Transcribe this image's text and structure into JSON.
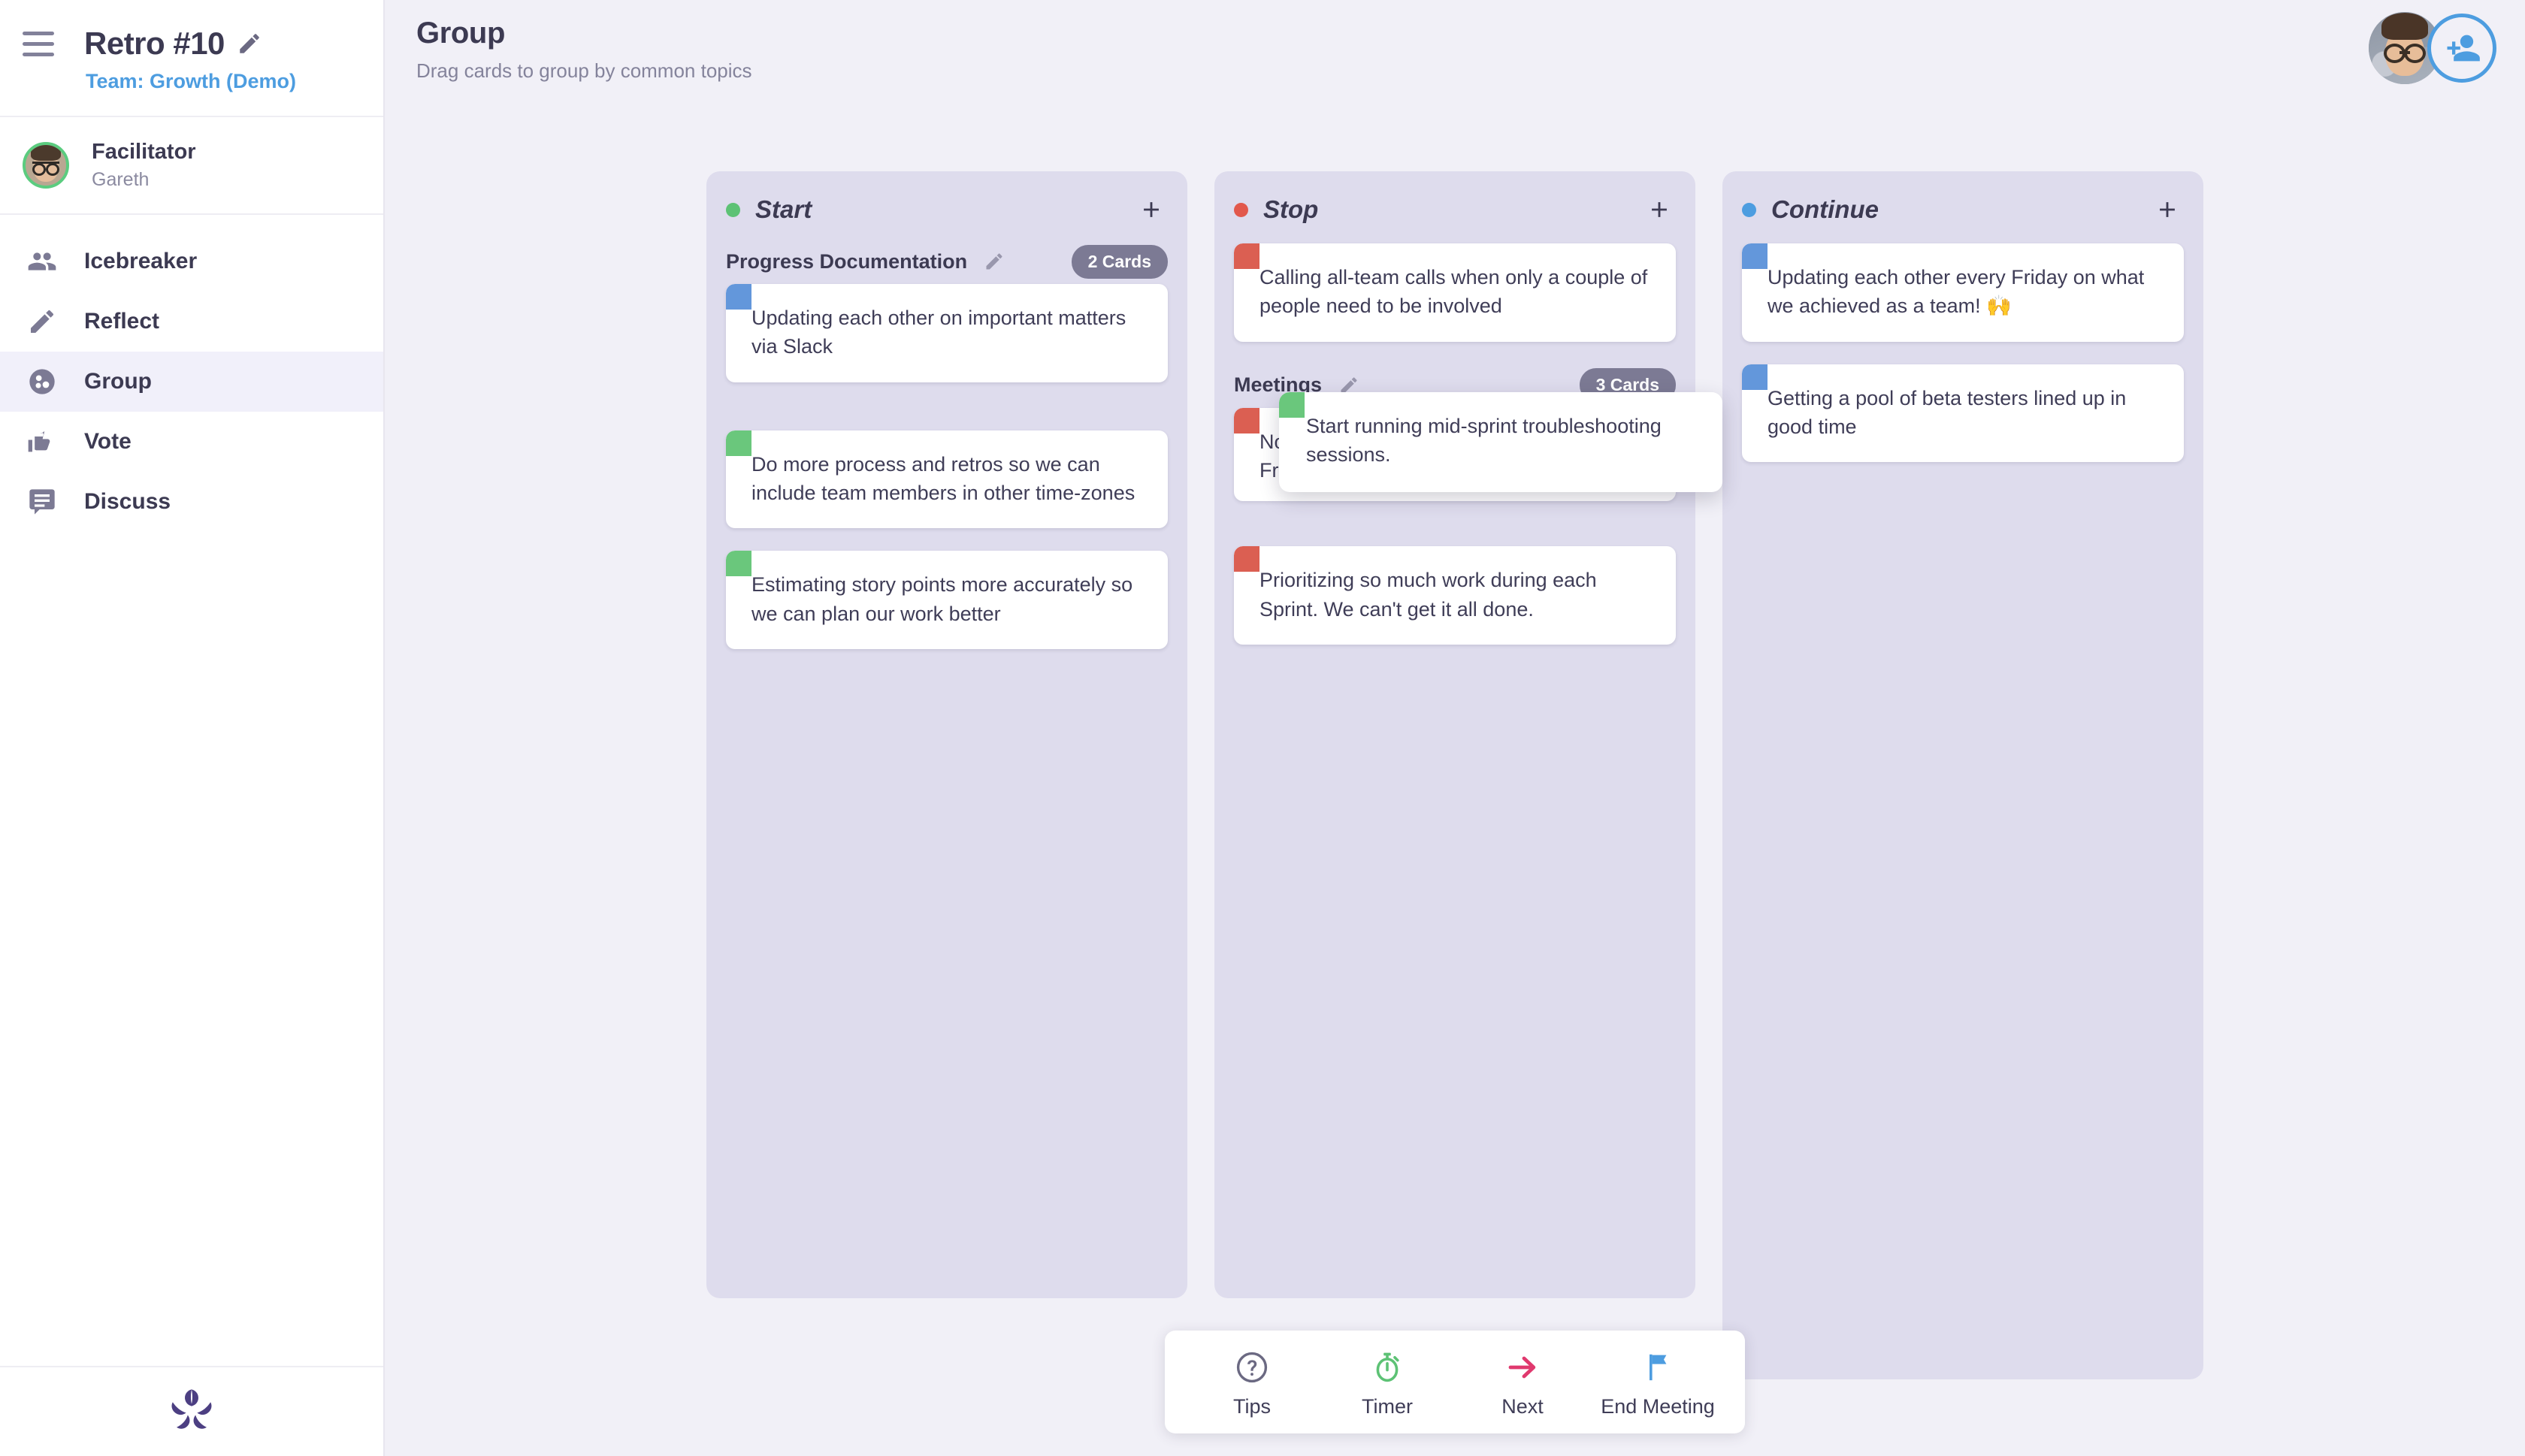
{
  "sidebar": {
    "menu_icon": "hamburger-icon",
    "retro_title": "Retro #10",
    "edit_icon": "pencil-icon",
    "team_label": "Team: Growth (Demo)",
    "facilitator": {
      "role_label": "Facilitator",
      "name": "Gareth",
      "avatar_icon": "facilitator-avatar",
      "ring_color": "#5bcc7f"
    },
    "nav_items": [
      {
        "label": "Icebreaker",
        "icon": "people-icon",
        "active": false
      },
      {
        "label": "Reflect",
        "icon": "pencil-icon",
        "active": false
      },
      {
        "label": "Group",
        "icon": "group-bubbles-icon",
        "active": true
      },
      {
        "label": "Vote",
        "icon": "thumbs-icon",
        "active": false
      },
      {
        "label": "Discuss",
        "icon": "chat-icon",
        "active": false
      }
    ],
    "logo_icon": "parabol-logo"
  },
  "header": {
    "title": "Group",
    "subtitle": "Drag cards to group by common topics"
  },
  "top_right": {
    "avatar_icon": "user-avatar",
    "add_user_icon": "add-person-icon",
    "accent_color": "#4d9de0"
  },
  "board": {
    "columns": [
      {
        "name": "Start",
        "dot_color": "#5dc275",
        "dot_class": "green",
        "add_icon": "plus-icon",
        "items": [
          {
            "type": "group",
            "group_name": "Progress Documentation",
            "edit_icon": "pencil-icon",
            "badge": "2 Cards",
            "card_text": "Updating each other on important matters via Slack",
            "corner_color": "blue",
            "stacked": 1
          },
          {
            "type": "card",
            "card_text": "Do more process and retros so we can include team members in other time-zones",
            "corner_color": "green",
            "stacked": 0
          },
          {
            "type": "card",
            "card_text": "Estimating story points more accurately so we can plan our work better",
            "corner_color": "green",
            "stacked": 0
          }
        ]
      },
      {
        "name": "Stop",
        "dot_color": "#e2584c",
        "dot_class": "red",
        "add_icon": "plus-icon",
        "items": [
          {
            "type": "card",
            "card_text": "Calling all-team calls when only a couple of people need to be involved",
            "corner_color": "red",
            "stacked": 0
          },
          {
            "type": "group",
            "group_name": "Meetings",
            "edit_icon": "pencil-icon",
            "badge": "3 Cards",
            "card_text": "Not having meeting-free Thursdays or Fridays",
            "corner_color": "red",
            "stacked": 2
          },
          {
            "type": "card",
            "card_text": "Prioritizing so much work during each Sprint. We can't get it all done.",
            "corner_color": "red",
            "stacked": 0
          }
        ]
      },
      {
        "name": "Continue",
        "dot_color": "#4d9de0",
        "dot_class": "blue",
        "add_icon": "plus-icon",
        "items": [
          {
            "type": "card",
            "card_text": "Updating each other every Friday on what we achieved as a team! 🙌",
            "corner_color": "blue",
            "stacked": 0
          },
          {
            "type": "card",
            "card_text": "Getting a pool of beta testers lined up in good time",
            "corner_color": "blue",
            "stacked": 0
          }
        ]
      }
    ]
  },
  "drag_card": {
    "text": "Start running mid-sprint troubleshooting sessions.",
    "corner_color": "green"
  },
  "toolbar": {
    "items": [
      {
        "label": "Tips",
        "icon": "question-circle-icon",
        "color": "#6b6982"
      },
      {
        "label": "Timer",
        "icon": "stopwatch-icon",
        "color": "#5dc275"
      },
      {
        "label": "Next",
        "icon": "arrow-right-icon",
        "color": "#e0396e"
      },
      {
        "label": "End Meeting",
        "icon": "flag-icon",
        "color": "#4d9de0"
      }
    ]
  }
}
